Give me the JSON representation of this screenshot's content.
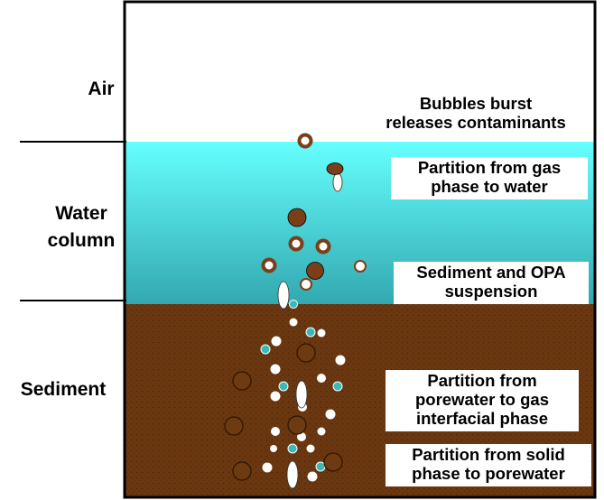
{
  "zones": {
    "air": "Air",
    "water_line1": "Water",
    "water_line2": "column",
    "sediment": "Sediment"
  },
  "callouts": {
    "bubbles_line1": "Bubbles burst",
    "bubbles_line2": "releases contaminants",
    "gas_water_line1": "Partition from gas",
    "gas_water_line2": "phase to water",
    "opa_line1": "Sediment and OPA",
    "opa_line2": "suspension",
    "pore_gas_line1": "Partition from",
    "pore_gas_line2": "porewater to gas",
    "pore_gas_line3": "interfacial phase",
    "solid_pore_line1": "Partition from solid",
    "solid_pore_line2": "phase to porewater"
  },
  "colors": {
    "water_top": "#66ffff",
    "water_bottom": "#33a8b0",
    "sediment": "#6b3710",
    "sediment_particle": "#7a3f18",
    "teal_particle": "#3cb8b8",
    "air": "#ffffff"
  },
  "icons": {
    "ring_particle": "oil-coated-particle-icon",
    "solid_particle": "sediment-particle-icon",
    "bubble": "gas-bubble-icon",
    "porewater_droplet": "porewater-droplet-icon"
  }
}
